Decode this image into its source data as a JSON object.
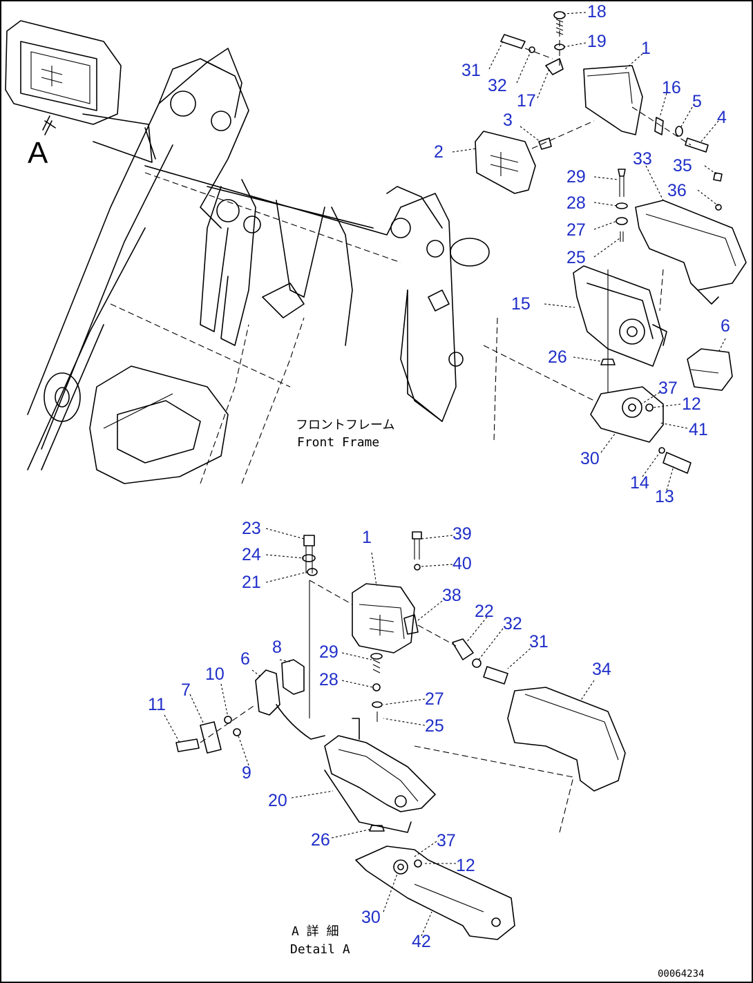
{
  "view_marker": "A",
  "captions": {
    "front_frame_jp": "フロントフレーム",
    "front_frame_en": "Front Frame",
    "detail_jp": "A 詳 細",
    "detail_en": "Detail A"
  },
  "drawing_code": "00064234",
  "callouts": {
    "upper": [
      "18",
      "19",
      "1",
      "31",
      "32",
      "17",
      "16",
      "5",
      "4",
      "3",
      "2",
      "29",
      "33",
      "35",
      "36",
      "28",
      "27",
      "25",
      "15",
      "6",
      "26",
      "37",
      "12",
      "41",
      "30",
      "14",
      "13"
    ],
    "lower": [
      "23",
      "1",
      "39",
      "24",
      "40",
      "21",
      "38",
      "22",
      "32",
      "31",
      "29",
      "8",
      "6",
      "28",
      "10",
      "7",
      "11",
      "27",
      "34",
      "25",
      "9",
      "20",
      "26",
      "37",
      "12",
      "30",
      "42"
    ]
  }
}
